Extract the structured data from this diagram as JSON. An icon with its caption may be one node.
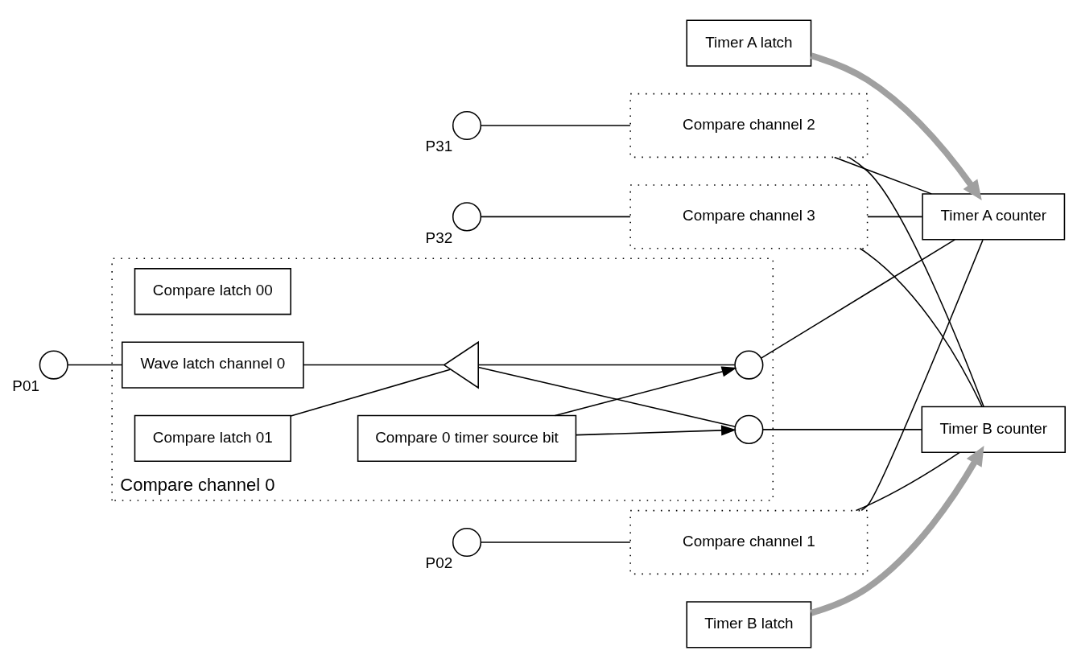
{
  "diagram": {
    "nodes": [
      {
        "text": [
          "Compare channel 0"
        ]
      },
      {
        "text": [
          "Compare latch 00"
        ],
        "in": 0
      },
      {
        "text": [
          "Compare latch 01"
        ],
        "in": 0
      },
      {
        "text": [
          "Wave latch channel 0"
        ],
        "in": 0
      },
      {
        "text": [],
        "shape": "triangle",
        "in": 0
      },
      {
        "text": [
          "Compare 0 timer source bit"
        ],
        "in": 0
      },
      {
        "text": [],
        "shape": "circle",
        "in": 0
      },
      {
        "text": [],
        "shape": "circle",
        "in": 0
      },
      {
        "text": [
          "Compare channel 1"
        ]
      },
      {
        "text": [
          "Compare channel 2"
        ]
      },
      {
        "text": [
          "Compare channel 3"
        ]
      },
      {
        "text": [],
        "shape": "circle",
        "beside": [
          "P01"
        ]
      },
      {
        "text": [],
        "shape": "circle",
        "beside": [
          "P02"
        ]
      },
      {
        "text": [],
        "shape": "circle",
        "beside": [
          "P31"
        ]
      },
      {
        "text": [],
        "shape": "circle",
        "beside": [
          "P32"
        ]
      },
      {
        "text": [
          "Timer A latch"
        ]
      },
      {
        "text": [
          "Timer A counter"
        ]
      },
      {
        "text": [
          "Timer B counter"
        ]
      },
      {
        "text": [
          "Timer B latch"
        ]
      }
    ],
    "edges": [
      {
        "from": 11,
        "to": 3,
        "arrow": "none"
      },
      {
        "from": 3,
        "to": 4,
        "arrow": "none"
      },
      {
        "from": 2,
        "to": 4,
        "arrow": "none"
      },
      {
        "from": 4,
        "to": 6,
        "arrow": "none"
      },
      {
        "from": 4,
        "to": 7,
        "arrow": "none"
      },
      {
        "from": 5,
        "to": 6,
        "arrow": "to"
      },
      {
        "from": 5,
        "to": 7,
        "arrow": "to"
      },
      {
        "from": 6,
        "to": 16,
        "arrow": "none"
      },
      {
        "from": 7,
        "to": 17,
        "arrow": "none"
      },
      {
        "from": 12,
        "to": 8,
        "arrow": "none"
      },
      {
        "from": 13,
        "to": 9,
        "arrow": "none"
      },
      {
        "from": 14,
        "to": 10,
        "arrow": "none"
      },
      {
        "from": 8,
        "to": 16,
        "arrow": "none"
      },
      {
        "from": 8,
        "to": 17,
        "arrow": "none"
      },
      {
        "from": 9,
        "to": 16,
        "arrow": "none"
      },
      {
        "from": 9,
        "to": 17,
        "arrow": "none"
      },
      {
        "from": 10,
        "to": 16,
        "arrow": "none"
      },
      {
        "from": 10,
        "to": 17,
        "arrow": "none"
      },
      {
        "from": 15,
        "to": 16,
        "arrow": "to",
        "style": "thick",
        "color": "#a0a0a0"
      },
      {
        "from": 18,
        "to": 17,
        "arrow": "to",
        "style": "thick",
        "color": "#a0a0a0"
      }
    ]
  }
}
